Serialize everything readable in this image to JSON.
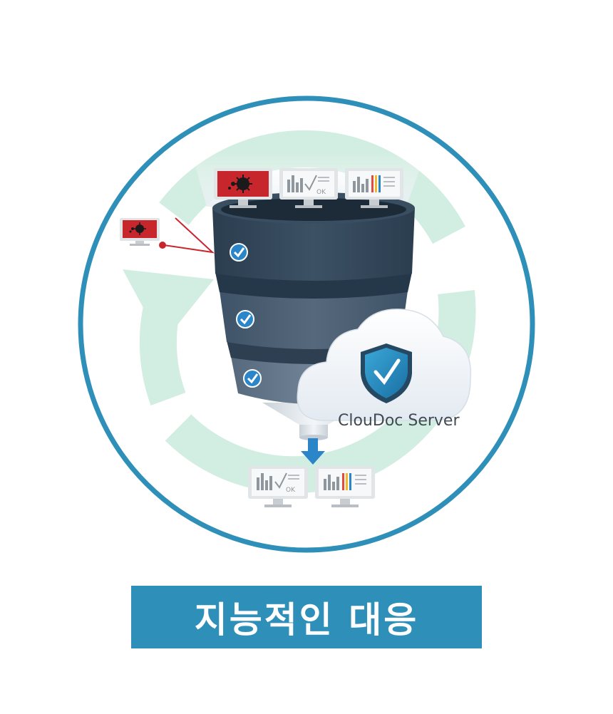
{
  "server_label": "ClouDoc Server",
  "banner_title": "지능적인 대응",
  "monitor_ok_text": "OK",
  "colors": {
    "ring": "#2e8fb9",
    "cycle_arrow": "#d2ede1",
    "funnel_dark": "#33475a",
    "funnel_mid": "#4b6074",
    "threat_red": "#c8262d",
    "check_blue": "#2a86c8",
    "cloud": "#eef3f8",
    "banner_bg": "#2e8fb9"
  },
  "icons": [
    "virus-icon",
    "checkmark-icon",
    "shield-check-icon",
    "cloud-icon",
    "down-arrow-icon",
    "monitor-icon",
    "recycle-arrow-icon"
  ]
}
